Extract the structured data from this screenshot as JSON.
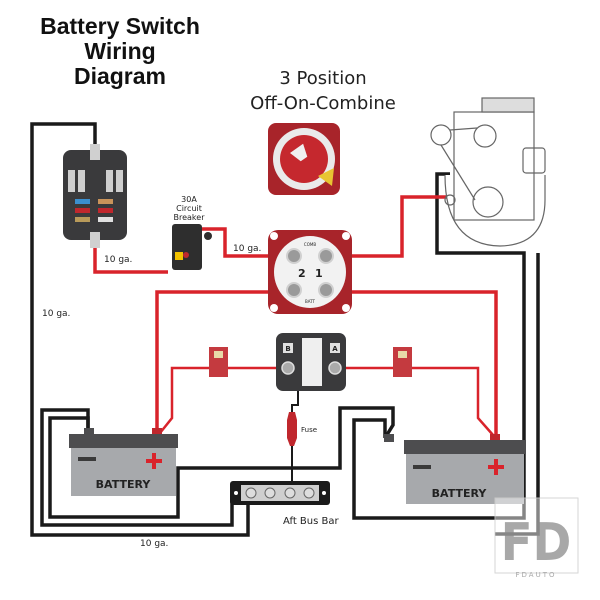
{
  "title": {
    "line1": "Battery Switch",
    "line2": "Wiring",
    "line3": "Diagram"
  },
  "subtitle": {
    "line1": "3 Position",
    "line2": "Off-On-Combine"
  },
  "components": {
    "breaker": {
      "line1": "30A",
      "line2": "Circuit",
      "line3": "Breaker"
    },
    "switch": {
      "top_label": "COMB",
      "bottom_label": "BATT",
      "pos_left": "2",
      "pos_right": "1"
    },
    "acr": {
      "left_terminal": "B",
      "right_terminal": "A"
    },
    "fuse_label": "Fuse",
    "bus_bar_label": "Aft Bus Bar",
    "battery_left": {
      "label": "BATTERY",
      "neg": "−",
      "pos": "+"
    },
    "battery_right": {
      "label": "BATTERY",
      "neg": "−",
      "pos": "+"
    }
  },
  "wire_labels": {
    "fuse_block_to_breaker": "10 ga.",
    "breaker_to_switch": "10 ga.",
    "left_ground_run": "10 ga.",
    "bottom_ground_run": "10 ga."
  },
  "colors": {
    "positive_wire": "#d9232b",
    "negative_wire": "#1a1a1a",
    "switch_red": "#b8262b",
    "battery_body": "#a7a9ac",
    "battery_top": "#4d4d4f"
  },
  "watermark": {
    "logo": "FD",
    "text": "FDAUTO"
  }
}
